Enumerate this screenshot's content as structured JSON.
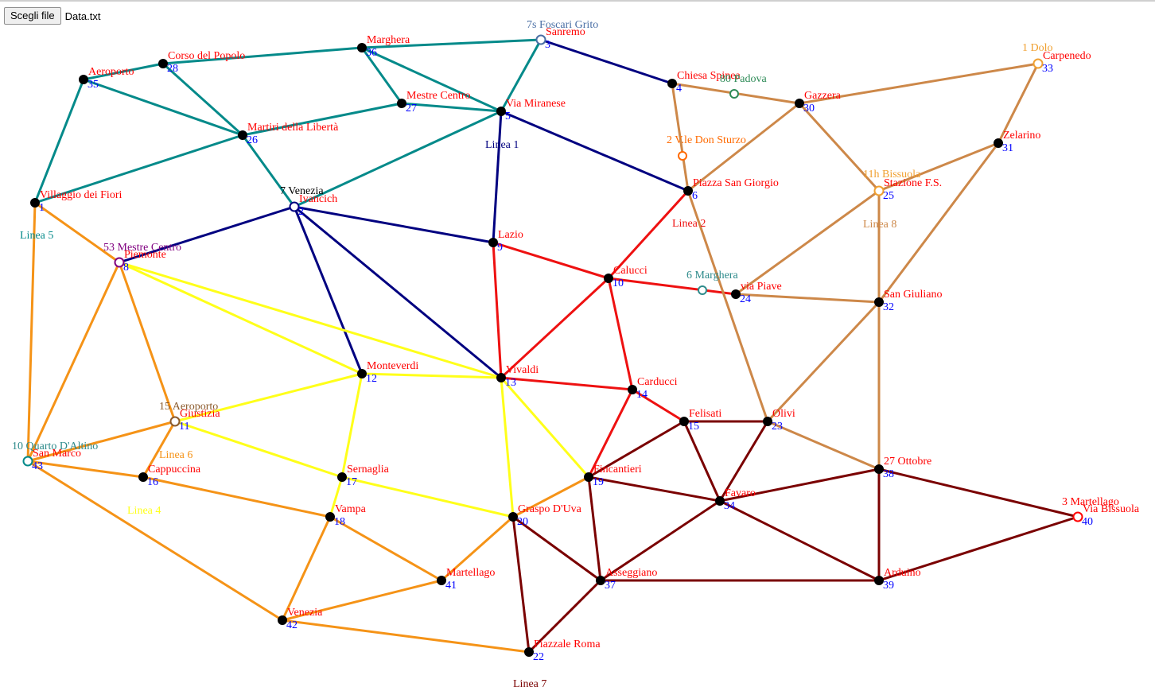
{
  "file_input": {
    "button_label": "Scegli file",
    "file_name": "Data.txt"
  },
  "colors": {
    "linea1": "#000080",
    "linea2": "#ee1111",
    "linea4": "#ffff1a",
    "linea5": "#048a8a",
    "linea6": "#f59317",
    "linea7": "#7a0000",
    "linea8": "#cd8849",
    "station_label": "#ff0000",
    "station_id": "#0000ff"
  },
  "stations": [
    {
      "id": "1",
      "name": "Villaggio dei Fiori"
    },
    {
      "id": "2",
      "name": "Ivancich"
    },
    {
      "id": "3",
      "name": "Sanremo"
    },
    {
      "id": "4",
      "name": "Chiesa Spinea"
    },
    {
      "id": "5",
      "name": "Via Miranese"
    },
    {
      "id": "6",
      "name": "Piazza San Giorgio"
    },
    {
      "id": "8",
      "name": "Piemonte"
    },
    {
      "id": "9",
      "name": "Lazio"
    },
    {
      "id": "10",
      "name": "Calucci"
    },
    {
      "id": "11",
      "name": "Giustizia"
    },
    {
      "id": "12",
      "name": "Monteverdi"
    },
    {
      "id": "13",
      "name": "Vivaldi"
    },
    {
      "id": "14",
      "name": "Carducci"
    },
    {
      "id": "15",
      "name": "Felisati"
    },
    {
      "id": "16",
      "name": "Cappuccina"
    },
    {
      "id": "17",
      "name": "Sernaglia"
    },
    {
      "id": "18",
      "name": "Vampa"
    },
    {
      "id": "19",
      "name": "Fincantieri"
    },
    {
      "id": "20",
      "name": "Graspo D'Uva"
    },
    {
      "id": "22",
      "name": "Piazzale Roma"
    },
    {
      "id": "23",
      "name": "Olivi"
    },
    {
      "id": "24",
      "name": "via Piave"
    },
    {
      "id": "25",
      "name": "Stazione F.S."
    },
    {
      "id": "26",
      "name": "Martiri della Libertà"
    },
    {
      "id": "27",
      "name": "Mestre Centro"
    },
    {
      "id": "28",
      "name": "Corso del Popolo"
    },
    {
      "id": "30",
      "name": "Gazzera"
    },
    {
      "id": "31",
      "name": "Zelarino"
    },
    {
      "id": "32",
      "name": "San Giuliano"
    },
    {
      "id": "33",
      "name": "Carpenedo"
    },
    {
      "id": "34",
      "name": "Favaro"
    },
    {
      "id": "35",
      "name": "Aeroporto"
    },
    {
      "id": "36",
      "name": "Marghera"
    },
    {
      "id": "37",
      "name": "Asseggiano"
    },
    {
      "id": "38",
      "name": "27 Ottobre"
    },
    {
      "id": "39",
      "name": "Arduino"
    },
    {
      "id": "40",
      "name": "Via Bissuola"
    },
    {
      "id": "41",
      "name": "Martellago"
    },
    {
      "id": "42",
      "name": "Venezia"
    },
    {
      "id": "43",
      "name": "San Marco"
    }
  ],
  "terminals": [
    {
      "station": "3",
      "text": "7s Foscari Grito",
      "color": "#4a6fa5"
    },
    {
      "station": "4",
      "text": "80 Padova",
      "color": "#2e8b57"
    },
    {
      "station": "6",
      "text": "2 V.le Don Sturzo",
      "color": "#ff6a00"
    },
    {
      "station": "33",
      "text": "1 Dolo",
      "color": "#f0a030"
    },
    {
      "station": "25",
      "text": "11h Bissuola",
      "color": "#f0a030"
    },
    {
      "station": "2",
      "text": "7 Venezia",
      "color": "#000000"
    },
    {
      "station": "8",
      "text": "53 Mestre Centro",
      "color": "#800080"
    },
    {
      "station": "24",
      "text": "6 Marghera",
      "color": "#2e8b8b"
    },
    {
      "station": "11",
      "text": "15 Aeroporto",
      "color": "#8b5a2b"
    },
    {
      "station": "43",
      "text": "10 Quarto D'Altino",
      "color": "#2e8b8b"
    },
    {
      "station": "40",
      "text": "3 Martellago",
      "color": "#ff0000"
    }
  ],
  "lines": [
    {
      "name": "Linea 1",
      "color": "#000080"
    },
    {
      "name": "Linea 2",
      "color": "#ee1111"
    },
    {
      "name": "Linea 4",
      "color": "#ffff1a"
    },
    {
      "name": "Linea 5",
      "color": "#048a8a"
    },
    {
      "name": "Linea 6",
      "color": "#f59317"
    },
    {
      "name": "Linea 7",
      "color": "#7a0000"
    },
    {
      "name": "Linea 8",
      "color": "#cd8849"
    }
  ]
}
